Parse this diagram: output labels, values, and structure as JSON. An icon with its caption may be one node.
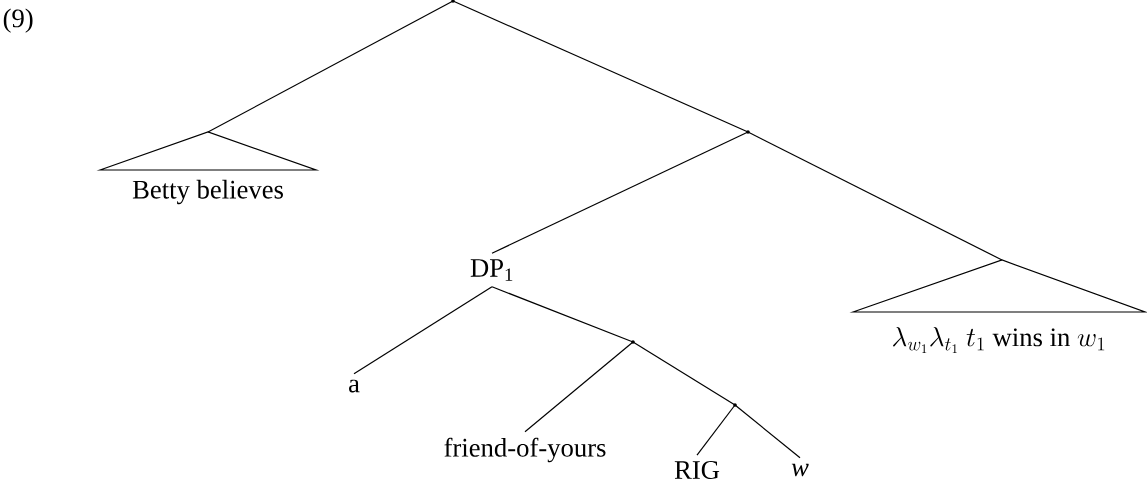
{
  "diagram": {
    "nodes": [
      {
        "text": [],
        "shape": "point"
      },
      {
        "text": [
          "Betty believes"
        ]
      },
      {
        "text": [],
        "shape": "point"
      },
      {
        "text": [
          "DP$_{1}$"
        ]
      },
      {
        "text": [
          "\\lambda_{w_1}\\lambda_{t_1}\\ t_1\\ \\mathrm{wins\\ in}\\ w_1"
        ]
      },
      {
        "text": [
          "a"
        ]
      },
      {
        "text": [],
        "shape": "point"
      },
      {
        "text": [
          "friend-of-yours"
        ]
      },
      {
        "text": [],
        "shape": "point"
      },
      {
        "text": [
          "RIG"
        ]
      },
      {
        "text": [
          "w"
        ]
      }
    ],
    "edges": [
      {
        "from": 0,
        "to": 1,
        "arrow": "none"
      },
      {
        "from": 0,
        "to": 2,
        "arrow": "none"
      },
      {
        "from": 2,
        "to": 3,
        "arrow": "none"
      },
      {
        "from": 2,
        "to": 4,
        "arrow": "none"
      },
      {
        "from": 3,
        "to": 5,
        "arrow": "none"
      },
      {
        "from": 3,
        "to": 6,
        "arrow": "none"
      },
      {
        "from": 6,
        "to": 7,
        "arrow": "none"
      },
      {
        "from": 6,
        "to": 8,
        "arrow": "none"
      },
      {
        "from": 8,
        "to": 9,
        "arrow": "none"
      },
      {
        "from": 8,
        "to": 10,
        "arrow": "none"
      }
    ],
    "labels": [
      "(9)"
    ]
  }
}
